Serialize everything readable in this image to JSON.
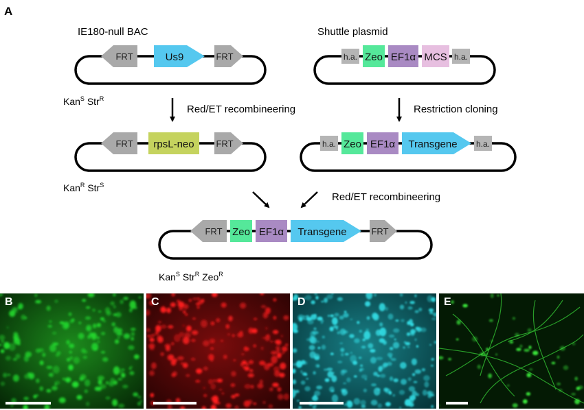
{
  "figure": {
    "panel_a_letter": "A",
    "top_left": {
      "title": "IE180-null BAC",
      "elements": [
        "FRT",
        "Us9",
        "FRT"
      ],
      "marker": {
        "k": "Kan",
        "ks": "S",
        "s": "Str",
        "ss": "R"
      }
    },
    "top_right": {
      "title": "Shuttle plasmid",
      "elements": [
        "h.a.",
        "Zeo",
        "EF1α",
        "MCS",
        "h.a."
      ]
    },
    "arrow_left_label": "Red/ET recombineering",
    "arrow_right_label": "Restriction cloning",
    "mid_left": {
      "elements": [
        "FRT",
        "rpsL-neo",
        "FRT"
      ],
      "marker": {
        "k": "Kan",
        "ks": "R",
        "s": "Str",
        "ss": "S"
      }
    },
    "mid_right": {
      "elements": [
        "h.a.",
        "Zeo",
        "EF1α",
        "Transgene",
        "h.a."
      ]
    },
    "bottom_arrow_label": "Red/ET recombineering",
    "bottom": {
      "elements": [
        "FRT",
        "Zeo",
        "EF1α",
        "Transgene",
        "FRT"
      ],
      "marker": {
        "k": "Kan",
        "ks": "S",
        "s": "Str",
        "ss": "R",
        "z": "Zeo",
        "zs": "R"
      }
    },
    "colors": {
      "frt": "#a9a9a9",
      "us9": "#55c8ef",
      "transgene": "#55c8ef",
      "rpsl_neo": "#c5d35e",
      "zeo": "#55e89a",
      "ef1a": "#a98ac3",
      "mcs": "#e7bfe0",
      "ha": "#b5b5b5"
    }
  },
  "micrographs": [
    {
      "letter": "B",
      "color": "green",
      "tint": "#23e02f"
    },
    {
      "letter": "C",
      "color": "red",
      "tint": "#ff1d1d"
    },
    {
      "letter": "D",
      "color": "cyan",
      "tint": "#32dbe3"
    },
    {
      "letter": "E",
      "color": "green",
      "tint": "#3cf03c"
    }
  ]
}
